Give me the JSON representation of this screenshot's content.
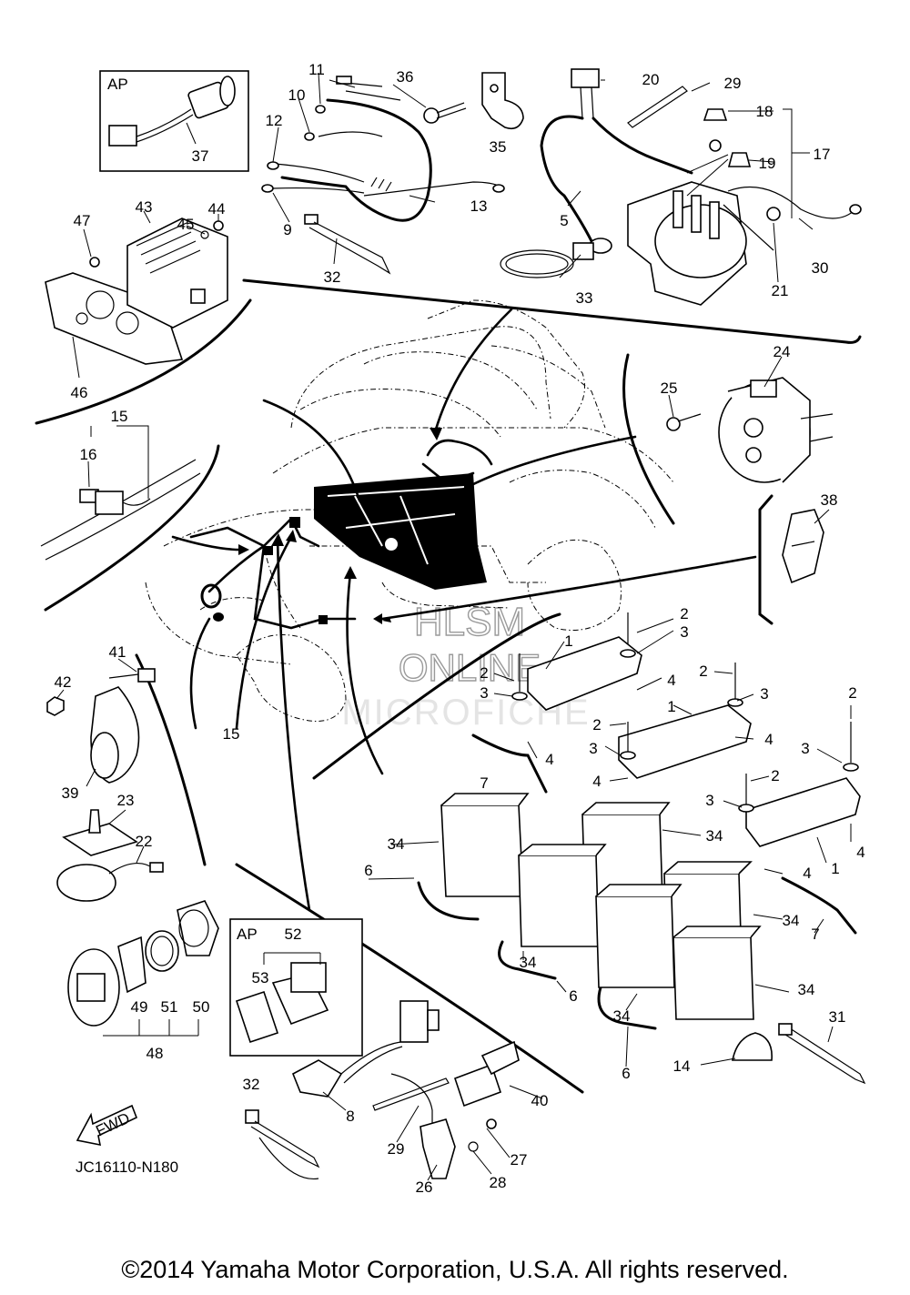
{
  "diagram": {
    "code": "JC16110-N180",
    "copyright": "©2014 Yamaha Motor Corporation, U.S.A. All rights reserved.",
    "watermark": [
      "HLSM",
      "ONLINE",
      "MICROFICHE"
    ],
    "fwd_label": "FWD",
    "ap_label": "AP",
    "callouts": [
      "1",
      "2",
      "3",
      "4",
      "5",
      "6",
      "7",
      "8",
      "9",
      "10",
      "11",
      "12",
      "13",
      "14",
      "15",
      "16",
      "17",
      "18",
      "19",
      "20",
      "21",
      "22",
      "23",
      "24",
      "25",
      "26",
      "27",
      "28",
      "29",
      "30",
      "31",
      "32",
      "33",
      "34",
      "35",
      "36",
      "37",
      "38",
      "39",
      "40",
      "41",
      "42",
      "43",
      "44",
      "45",
      "46",
      "47",
      "48",
      "49",
      "50",
      "51",
      "52",
      "53"
    ]
  }
}
